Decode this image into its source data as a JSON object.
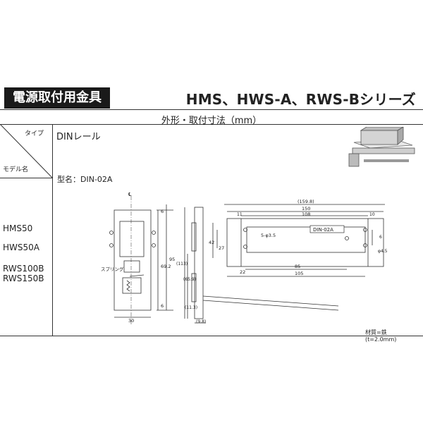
{
  "header": {
    "left_title": "電源取付用金具",
    "right_title": "HMS、HWS-A、RWS-Bシリーズ"
  },
  "subtitle": "外形・取付寸法（mm）",
  "table": {
    "type_label": "タイプ",
    "model_label": "モデル名",
    "type_value": "DINレール",
    "models": [
      "HMS50",
      "HWS50A",
      "RWS100B",
      "RWS150B"
    ]
  },
  "drawing": {
    "model_name": "型名：DIN-02A",
    "spring_label": "スプリング",
    "material": "材質=鉄　(t=2.0mm)",
    "front_dims": {
      "w30": "30",
      "d6top": "6",
      "d69_2": "69.2",
      "d95": "95",
      "d6bot": "6"
    },
    "side_dims": {
      "d113": "(113)",
      "d65_9": "(65.9)",
      "d11_3": "(11.3)",
      "d9_8": "(9.8)"
    },
    "plan_dims": {
      "d159_8": "(159.8)",
      "d150": "150",
      "d11": "11",
      "d108": "108",
      "d10": "10",
      "d42": "42",
      "d27": "27",
      "d22": "22",
      "d85": "85",
      "d105": "105",
      "hole_a": "5-φ3.5",
      "hole_b": "φ4.5",
      "d6": "6",
      "plate": "DIN-02A",
      "cl": "℄"
    }
  }
}
